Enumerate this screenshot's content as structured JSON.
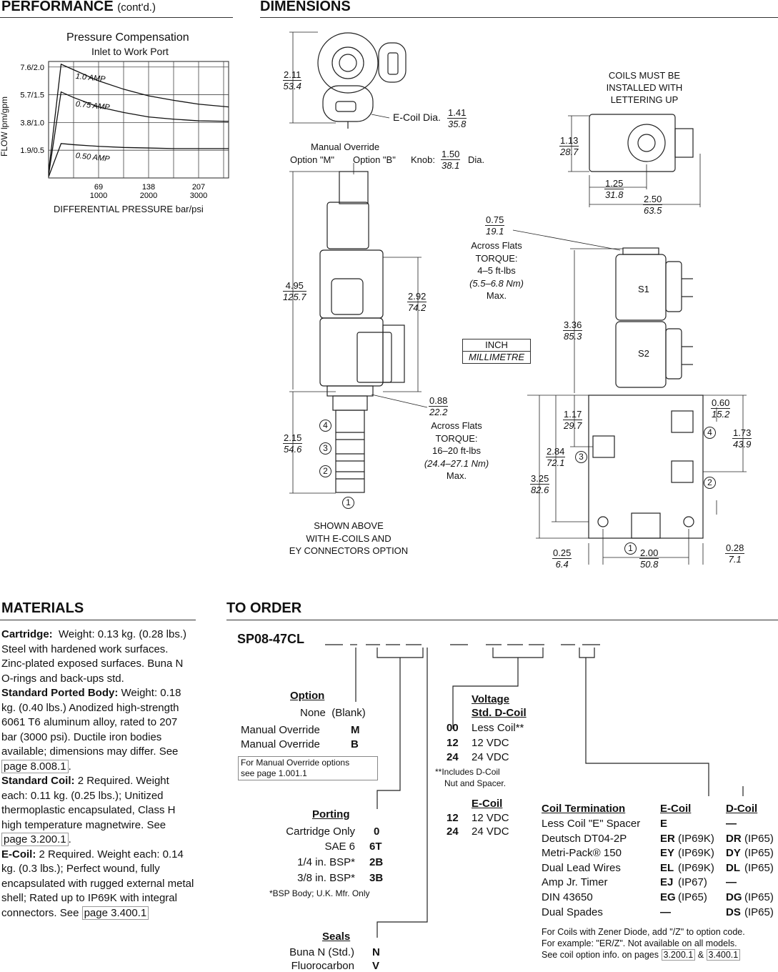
{
  "performance": {
    "heading": "PERFORMANCE",
    "heading_suffix": "(cont'd.)",
    "chart_title": "Pressure Compensation",
    "chart_subtitle": "Inlet to Work Port"
  },
  "chart_data": {
    "type": "line",
    "title": "Pressure Compensation",
    "subtitle": "Inlet to Work Port",
    "xlabel": "DIFFERENTIAL PRESSURE  bar/psi",
    "ylabel": "FLOW lpm/gpm",
    "x_ticks": [
      {
        "top": "69",
        "bottom": "1000",
        "value": 1000
      },
      {
        "top": "138",
        "bottom": "2000",
        "value": 2000
      },
      {
        "top": "207",
        "bottom": "3000",
        "value": 3000
      }
    ],
    "y_ticks": [
      {
        "label": "1.9/0.5",
        "value": 0.5
      },
      {
        "label": "3.8/1.0",
        "value": 1.0
      },
      {
        "label": "5.7/1.5",
        "value": 1.5
      },
      {
        "label": "7.6/2.0",
        "value": 2.0
      }
    ],
    "xlim": [
      0,
      3600
    ],
    "ylim": [
      0,
      2.1
    ],
    "grid": true,
    "series": [
      {
        "name": "1.0 AMP",
        "x": [
          0,
          250,
          500,
          1000,
          1500,
          2000,
          2500,
          3000,
          3600
        ],
        "values": [
          0.1,
          2.05,
          1.95,
          1.75,
          1.6,
          1.48,
          1.4,
          1.33,
          1.28
        ]
      },
      {
        "name": "0.75 AMP",
        "x": [
          0,
          250,
          500,
          1000,
          1500,
          2000,
          2500,
          3000,
          3600
        ],
        "values": [
          0.05,
          1.55,
          1.45,
          1.28,
          1.18,
          1.1,
          1.06,
          1.03,
          1.02
        ]
      },
      {
        "name": "0.50 AMP",
        "x": [
          0,
          250,
          500,
          1000,
          1500,
          2000,
          2500,
          3000,
          3600
        ],
        "values": [
          0.02,
          0.62,
          0.6,
          0.57,
          0.55,
          0.54,
          0.53,
          0.53,
          0.53
        ]
      }
    ]
  },
  "dimensions": {
    "heading": "DIMENSIONS",
    "labels": {
      "coils_note": [
        "COILS MUST BE",
        "INSTALLED WITH",
        "LETTERING UP"
      ],
      "ecoil_dia": "E-Coil Dia.",
      "manual_override": "Manual Override",
      "option_m": "Option \"M\"",
      "option_b": "Option \"B\"",
      "knob": "Knob:",
      "dia": "Dia.",
      "across_flats": "Across Flats",
      "torque": "TORQUE:",
      "torque1_a": "4–5 ft-lbs",
      "torque1_b": "(5.5–6.8 Nm)",
      "max": "Max.",
      "torque2_a": "16–20 ft-lbs",
      "torque2_b": "(24.4–27.1 Nm)",
      "inch": "INCH",
      "millimetre": "MILLIMETRE",
      "shown_above": [
        "SHOWN ABOVE",
        "WITH E-COILS AND",
        "EY CONNECTORS OPTION"
      ],
      "s1": "S1",
      "s2": "S2",
      "port1": "1",
      "port2": "2",
      "port3": "3",
      "port4": "4"
    },
    "values": {
      "d211": [
        "2.11",
        "53.4"
      ],
      "d141": [
        "1.41",
        "35.8"
      ],
      "d150": [
        "1.50",
        "38.1"
      ],
      "d113": [
        "1.13",
        "28.7"
      ],
      "d125": [
        "1.25",
        "31.8"
      ],
      "d250": [
        "2.50",
        "63.5"
      ],
      "d075": [
        "0.75",
        "19.1"
      ],
      "d495": [
        "4.95",
        "125.7"
      ],
      "d292": [
        "2.92",
        "74.2"
      ],
      "d336": [
        "3.36",
        "85.3"
      ],
      "d088": [
        "0.88",
        "22.2"
      ],
      "d060": [
        "0.60",
        "15.2"
      ],
      "d117": [
        "1.17",
        "29.7"
      ],
      "d173": [
        "1.73",
        "43.9"
      ],
      "d215": [
        "2.15",
        "54.6"
      ],
      "d284": [
        "2.84",
        "72.1"
      ],
      "d325": [
        "3.25",
        "82.6"
      ],
      "d025": [
        "0.25",
        "6.4"
      ],
      "d200": [
        "2.00",
        "50.8"
      ],
      "d028": [
        "0.28",
        "7.1"
      ]
    }
  },
  "materials": {
    "heading": "MATERIALS",
    "cartridge_label": "Cartridge:",
    "cartridge_text": "Weight: 0.13 kg. (0.28 lbs.) Steel with hardened work surfaces. Zinc-plated exposed surfaces. Buna N O-rings and back-ups std.",
    "body_label": "Standard Ported Body:",
    "body_text": "Weight: 0.18 kg. (0.40 lbs.) Anodized high-strength 6061 T6 aluminum alloy, rated to 207 bar (3000 psi). Ductile iron bodies available; dimensions may differ.",
    "body_see": "See",
    "body_ref": "page 8.008.1",
    "coil_label": "Standard Coil:",
    "coil_text": "2 Required. Weight each: 0.11 kg. (0.25 lbs.); Unitized thermoplastic encapsulated, Class H high temperature magnetwire. See",
    "coil_ref": "page 3.200.1",
    "ecoil_label": "E-Coil:",
    "ecoil_text": "2 Required. Weight each: 0.14 kg. (0.3 lbs.); Perfect wound, fully encapsulated with rugged external metal shell; Rated up to IP69K with integral connectors.",
    "ecoil_see": "See",
    "ecoil_ref": "page 3.400.1"
  },
  "order": {
    "heading": "TO ORDER",
    "model": "SP08-47CL",
    "option": {
      "title": "Option",
      "rows": [
        {
          "label": "None",
          "code": "(Blank)"
        },
        {
          "label": "Manual Override",
          "code": "M"
        },
        {
          "label": "Manual Override",
          "code": "B"
        }
      ],
      "note": [
        "For Manual Override options",
        "see page 1.001.1"
      ]
    },
    "porting": {
      "title": "Porting",
      "rows": [
        {
          "label": "Cartridge Only",
          "code": "0"
        },
        {
          "label": "SAE 6",
          "code": "6T"
        },
        {
          "label": "1/4 in. BSP*",
          "code": "2B"
        },
        {
          "label": "3/8 in. BSP*",
          "code": "3B"
        }
      ],
      "note": "*BSP Body; U.K. Mfr. Only"
    },
    "seals": {
      "title": "Seals",
      "rows": [
        {
          "label": "Buna N (Std.)",
          "code": "N"
        },
        {
          "label": "Fluorocarbon",
          "code": "V"
        }
      ]
    },
    "voltage": {
      "title1": "Voltage",
      "title2": "Std. D-Coil",
      "rows": [
        {
          "code": "00",
          "label": "Less Coil**"
        },
        {
          "code": "12",
          "label": "12 VDC"
        },
        {
          "code": "24",
          "label": "24 VDC"
        }
      ],
      "note": [
        "**Includes D-Coil",
        "Nut and Spacer."
      ]
    },
    "ecoil": {
      "title": "E-Coil",
      "rows": [
        {
          "code": "12",
          "label": "12 VDC"
        },
        {
          "code": "24",
          "label": "24 VDC"
        }
      ]
    },
    "termination": {
      "title": "Coil Termination",
      "col_e": "E-Coil",
      "col_d": "D-Coil",
      "rows": [
        {
          "label": "Less Coil \"E\" Spacer",
          "e": "E",
          "e_ip": "",
          "d": "—",
          "d_ip": ""
        },
        {
          "label": "Deutsch DT04-2P",
          "e": "ER",
          "e_ip": "(IP69K)",
          "d": "DR",
          "d_ip": "(IP65)"
        },
        {
          "label": "Metri-Pack® 150",
          "e": "EY",
          "e_ip": "(IP69K)",
          "d": "DY",
          "d_ip": "(IP65)"
        },
        {
          "label": "Dual Lead Wires",
          "e": "EL",
          "e_ip": "(IP69K)",
          "d": "DL",
          "d_ip": "(IP65)"
        },
        {
          "label": "Amp Jr. Timer",
          "e": "EJ",
          "e_ip": "(IP67)",
          "d": "—",
          "d_ip": ""
        },
        {
          "label": "DIN 43650",
          "e": "EG",
          "e_ip": "(IP65)",
          "d": "DG",
          "d_ip": "(IP65)"
        },
        {
          "label": "Dual Spades",
          "e": "—",
          "e_ip": "",
          "d": "DS",
          "d_ip": "(IP65)"
        }
      ],
      "note1": "For Coils with Zener Diode, add \"/Z\" to option code.",
      "note2": "For example: \"ER/Z\". Not available on all models.",
      "note3": "See coil option info. on pages",
      "ref1": "3.200.1",
      "amp": "&",
      "ref2": "3.400.1"
    }
  }
}
